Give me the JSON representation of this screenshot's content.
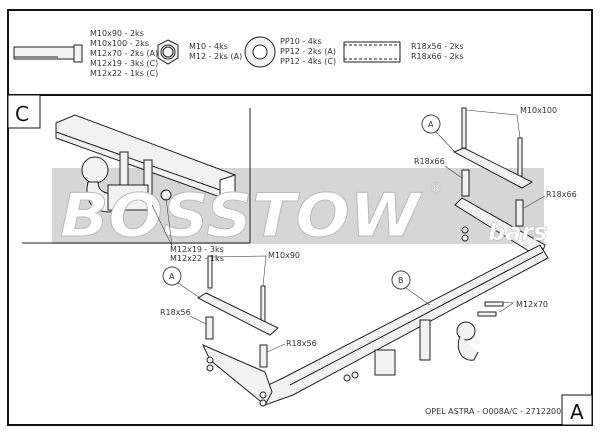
{
  "parts_legend": {
    "bolts": [
      "M10x90 - 2ks",
      "M10x100 - 2ks",
      "M12x70 - 2ks (A)",
      "M12x19 - 3ks (C)",
      "M12x22 - 1ks (C)"
    ],
    "nuts": [
      "M10 - 4ks",
      "M12 - 2ks (A)"
    ],
    "washers": [
      "PP10 - 4ks",
      "PP12 - 2ks (A)",
      "PP12 - 4ks (C)"
    ],
    "spacers": [
      "R18x56 - 2ks",
      "R18x66 - 2ks"
    ]
  },
  "detail_c": {
    "label": "C",
    "callouts": [
      "M12x19 - 3ks",
      "M12x22 - 1ks"
    ]
  },
  "assembly": {
    "callout_a_right": "A",
    "callout_a_left": "A",
    "callout_b": "B",
    "m10x100": "M10x100",
    "m10x90": "M10x90",
    "m12x70": "M12x70",
    "r18x66_left": "R18x66",
    "r18x66_right": "R18x66",
    "r18x56_left": "R18x56",
    "r18x56_right": "R18x56"
  },
  "watermark": {
    "brand": "BOSSTOW",
    "suffix": "bars",
    "registered": "®"
  },
  "footer": {
    "title": "OPEL ASTRA - O008A/C - 27122007",
    "sheet": "A"
  }
}
